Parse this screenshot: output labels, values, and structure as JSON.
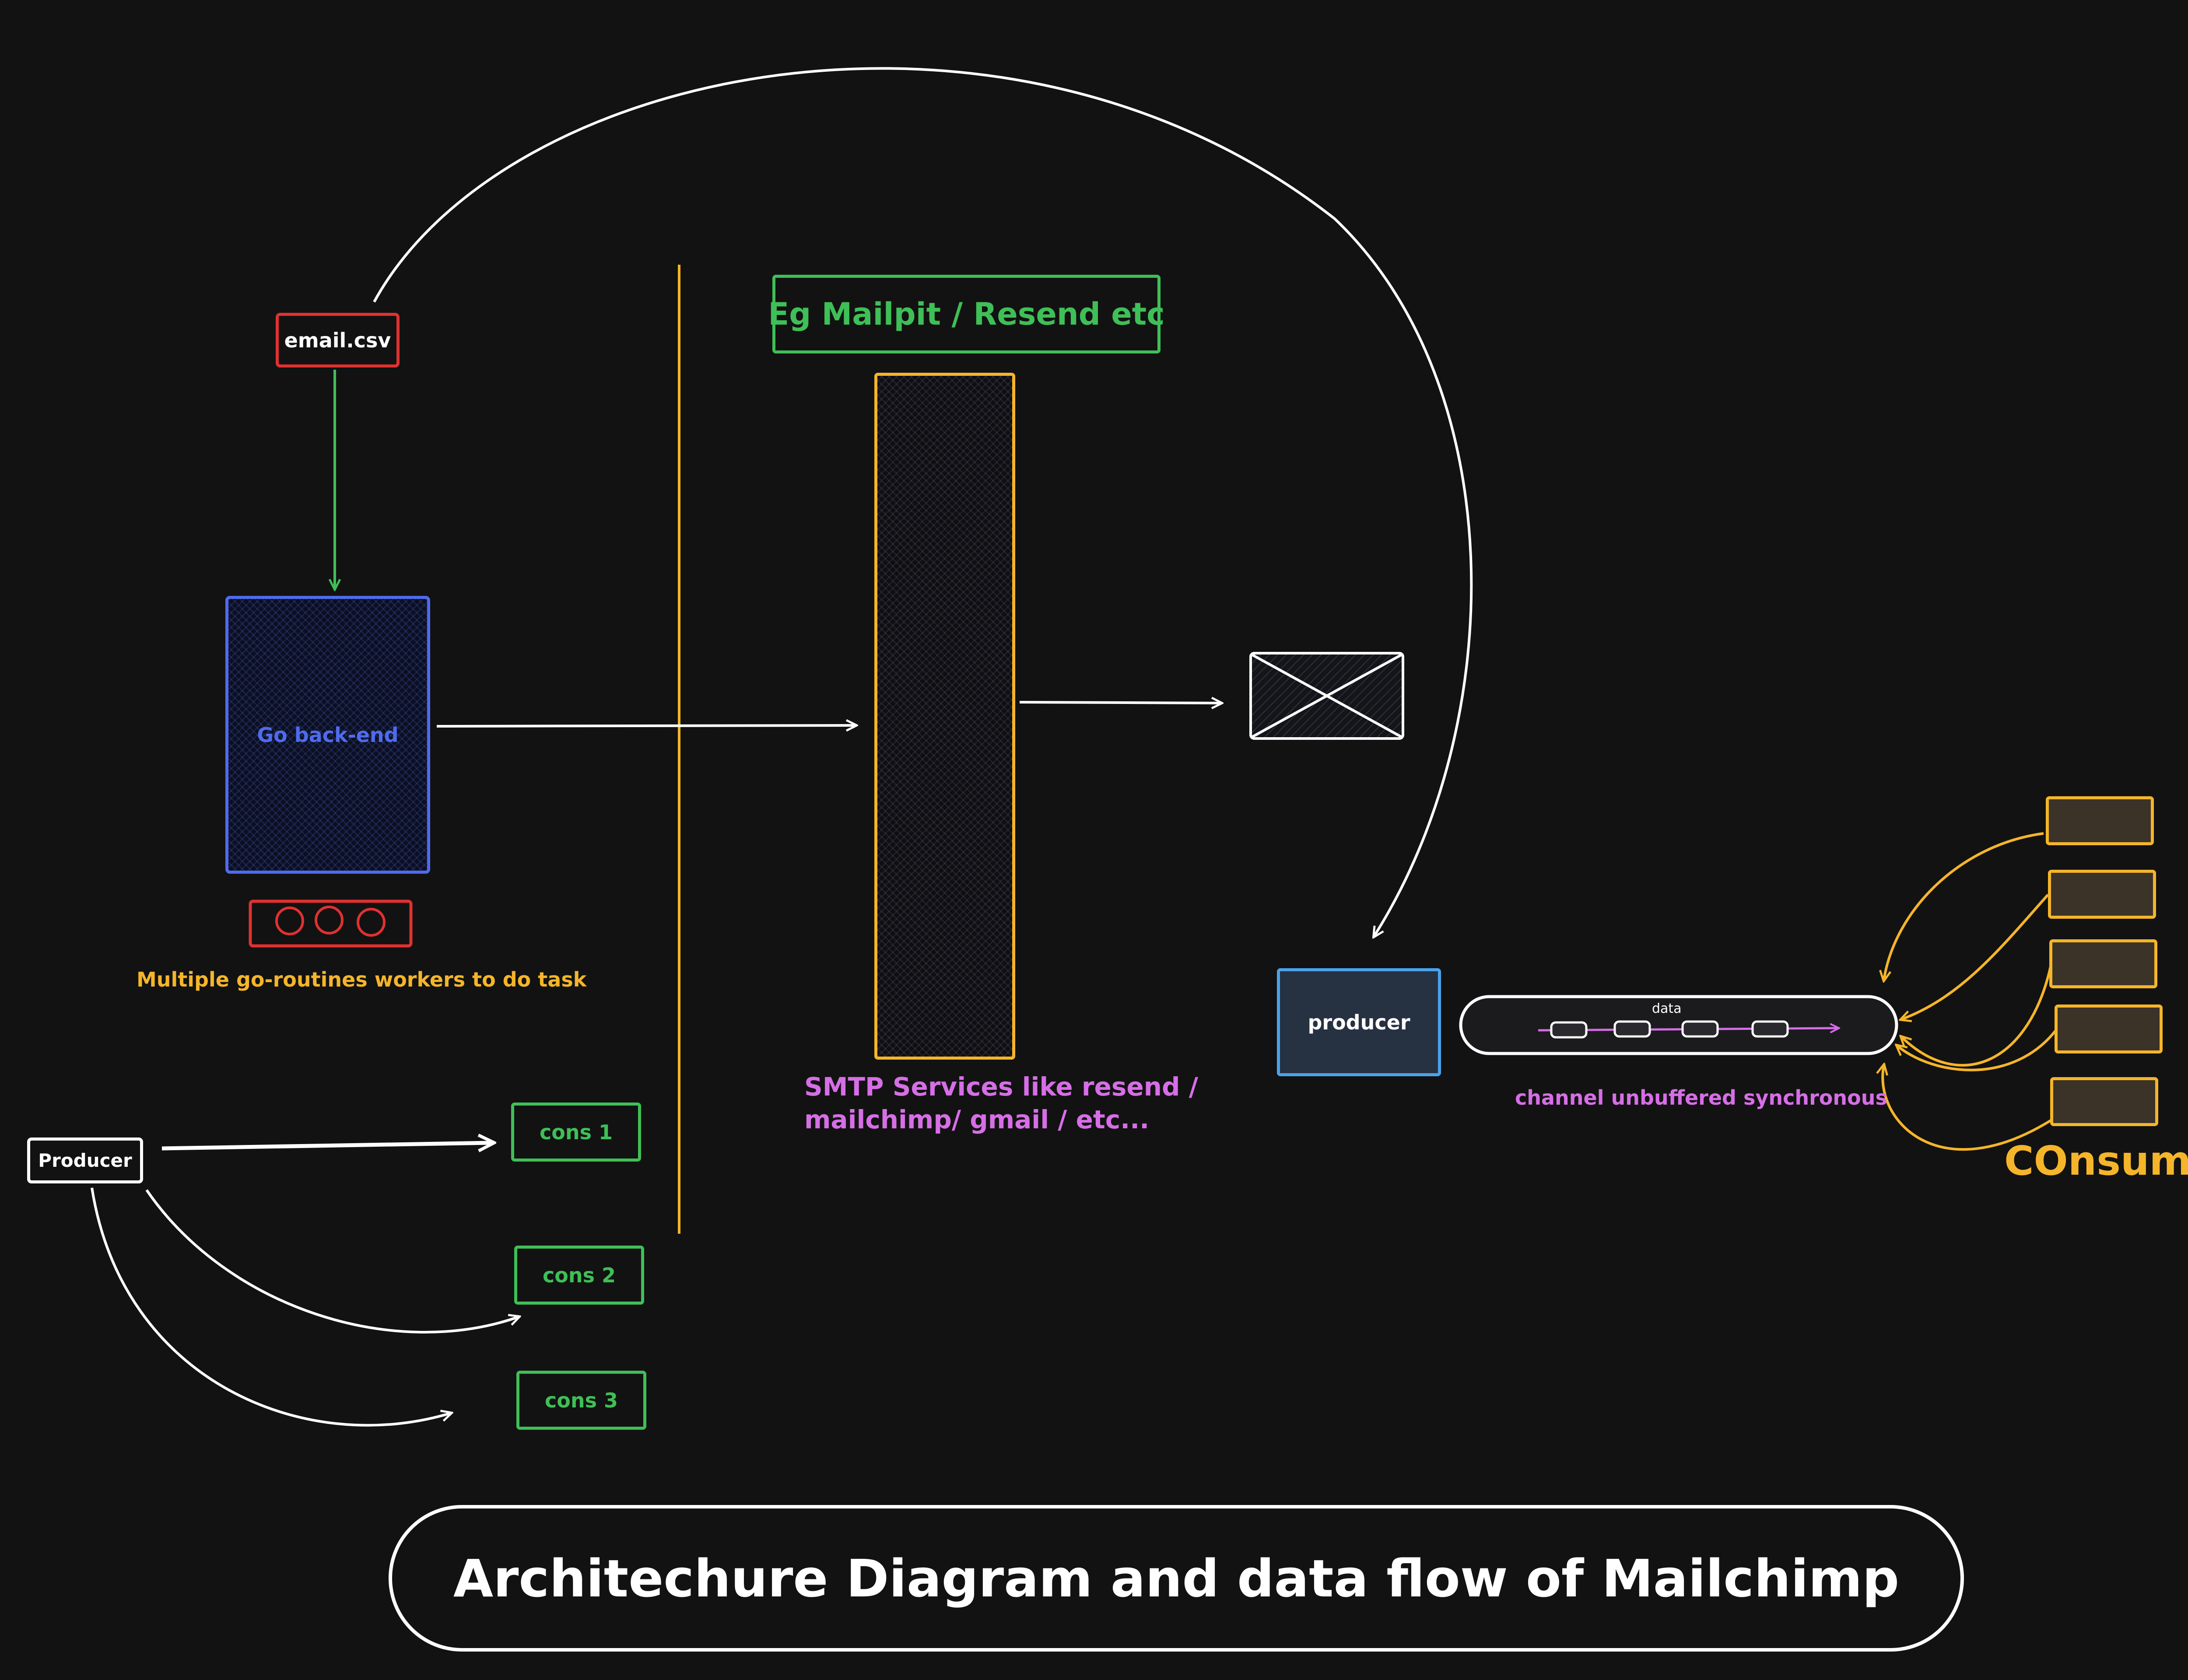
{
  "colors": {
    "background": "#121212",
    "white": "#ffffff",
    "green": "#3fbf57",
    "red": "#e03131",
    "blue": "#4f6bed",
    "yellow": "#f5b52a",
    "purple": "#d66ee6",
    "slate": "#263142",
    "consumer_fill": "#3b3328"
  },
  "left_section": {
    "csv_label": "email.csv",
    "backend_label": "Go back-end",
    "workers_caption": "Multiple go-routines workers to do task",
    "producer_label": "Producer",
    "consumers": [
      "cons 1",
      "cons 2",
      "cons 3"
    ]
  },
  "middle_section": {
    "service_header": "Eg Mailpit / Resend etc",
    "smtp_caption_line1": "SMTP Services like resend /",
    "smtp_caption_line2": "mailchimp/ gmail / etc...",
    "envelope_icon": "envelope-icon"
  },
  "right_section": {
    "producer_label": "producer",
    "channel_data_label": "data",
    "channel_caption": "channel unbuffered synchronous",
    "consumers_title": "COnsumers",
    "consumer_box_count": 5
  },
  "footer": {
    "title": "Architechure Diagram and data flow of Mailchimp"
  }
}
